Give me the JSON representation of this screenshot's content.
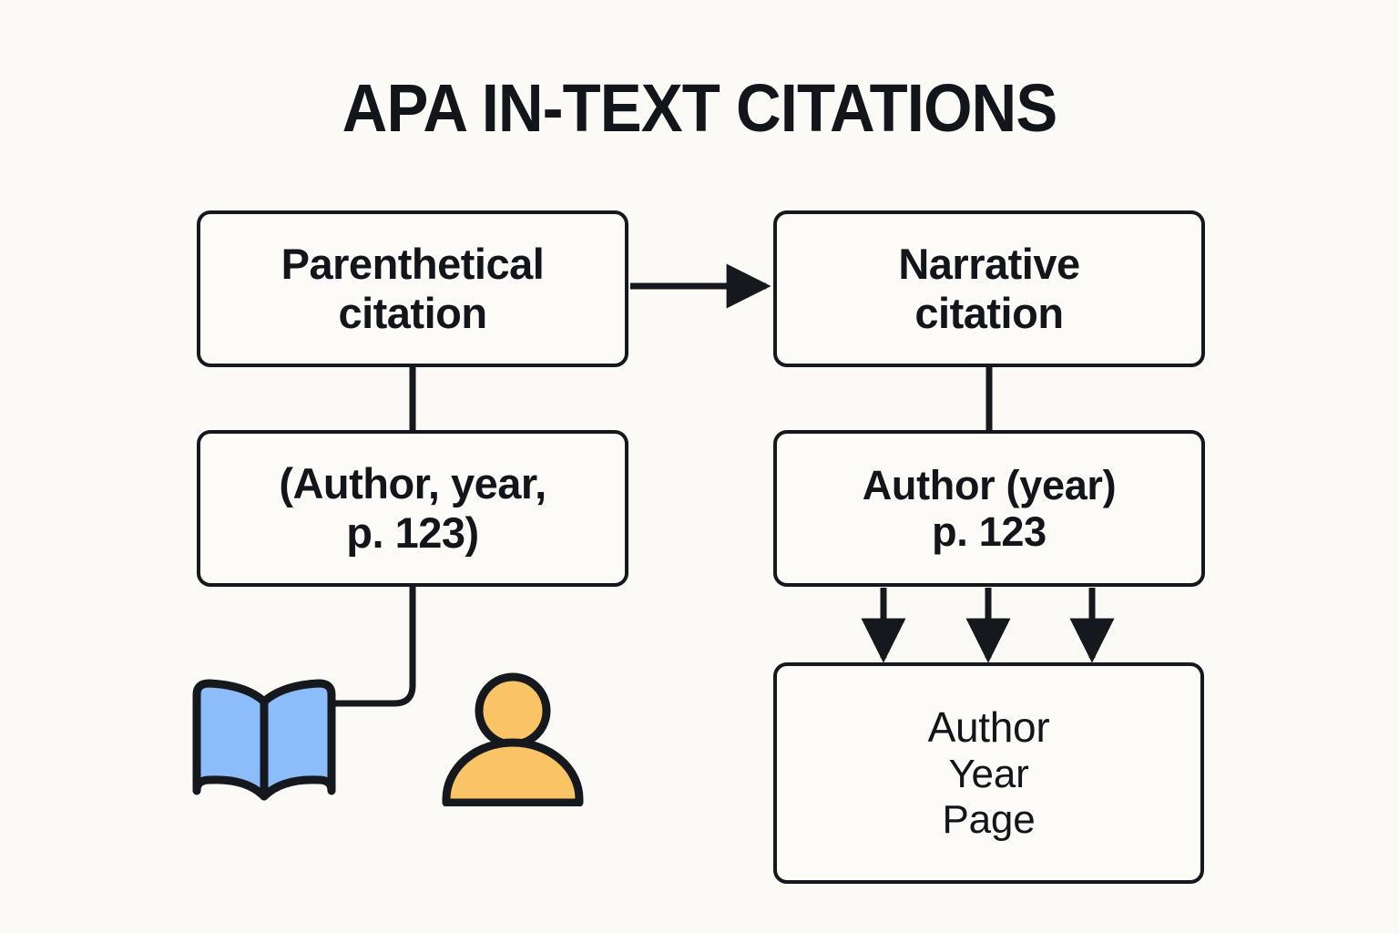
{
  "page": {
    "title": "APA IN-TEXT CITATIONS",
    "background_color": "#FBFAF7",
    "ink_color": "#15181D"
  },
  "diagram": {
    "type": "flowchart",
    "nodes": [
      {
        "id": "parenthetical",
        "label": "Parenthetical citation",
        "line1": "Parenthetical",
        "line2": "citation",
        "column": "left",
        "row": 1
      },
      {
        "id": "narrative",
        "label": "Narrative citation",
        "line1": "Narrative",
        "line2": "citation",
        "column": "right",
        "row": 1
      },
      {
        "id": "parenthetical-format",
        "label": "(Author, year, p. 123)",
        "line1": "(Author, year,",
        "line2": "p. 123)",
        "column": "left",
        "row": 2
      },
      {
        "id": "narrative-format",
        "label": "Author (year) p. 123",
        "line1": "Author (year)",
        "line2": "p. 123",
        "column": "right",
        "row": 2
      },
      {
        "id": "components",
        "label": "Author Year Page",
        "line1": "Author",
        "line2": "Year",
        "line3": "Page",
        "column": "right",
        "row": 3
      }
    ],
    "edges": [
      {
        "from": "parenthetical",
        "to": "narrative",
        "style": "arrow",
        "direction": "right"
      },
      {
        "from": "parenthetical",
        "to": "parenthetical-format",
        "style": "line",
        "direction": "down"
      },
      {
        "from": "narrative",
        "to": "narrative-format",
        "style": "line",
        "direction": "down"
      },
      {
        "from": "parenthetical-format",
        "to": "book-icon",
        "style": "line",
        "direction": "down-left"
      },
      {
        "from": "narrative-format",
        "to": "components",
        "style": "arrow",
        "direction": "down",
        "count": 3
      }
    ],
    "icons": [
      {
        "id": "book-icon",
        "name": "open-book-icon",
        "color": "#8CBDFA",
        "outline": "#15181D"
      },
      {
        "id": "person-icon",
        "name": "person-icon",
        "color": "#FAC365",
        "outline": "#15181D"
      }
    ]
  },
  "colors": {
    "book_blue": "#8CBDFA",
    "person_orange": "#FAC365",
    "outline": "#15181D",
    "box_fill": "#FCFBF8",
    "canvas": "#FBFAF7"
  }
}
